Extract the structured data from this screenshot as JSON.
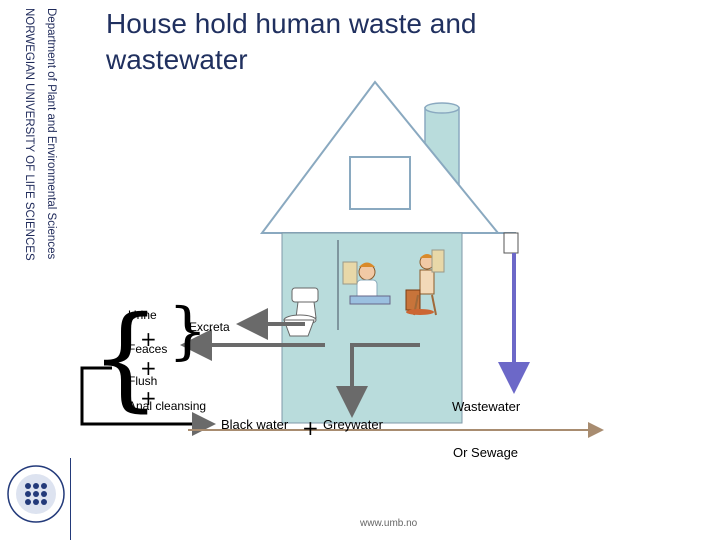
{
  "sidebar": {
    "department": "Department of Plant and Environmental Sciences",
    "university": "NORWEGIAN UNIVERSITY OF LIFE SCIENCES"
  },
  "title": "House hold human waste and wastewater",
  "diagram": {
    "urine": "Urine",
    "feaces": "Feaces",
    "flush": "Flush",
    "anal_cleansing": "Anal cleansing",
    "excreta": "Excreta",
    "black_water": "Black water",
    "greywater": "Greywater",
    "wastewater": "Wastewater",
    "or_sewage": "Or Sewage",
    "plus": "+"
  },
  "footer": {
    "url": "www.umb.no"
  },
  "colors": {
    "title": "#20305f",
    "house_wall": "#b9dcdc",
    "roof": "#ffffff",
    "roof_edge": "#8aa9c0",
    "arrow_grey": "#6a6a6a",
    "arrow_blue": "#6c68c8",
    "arrow_brown": "#a88c70"
  }
}
